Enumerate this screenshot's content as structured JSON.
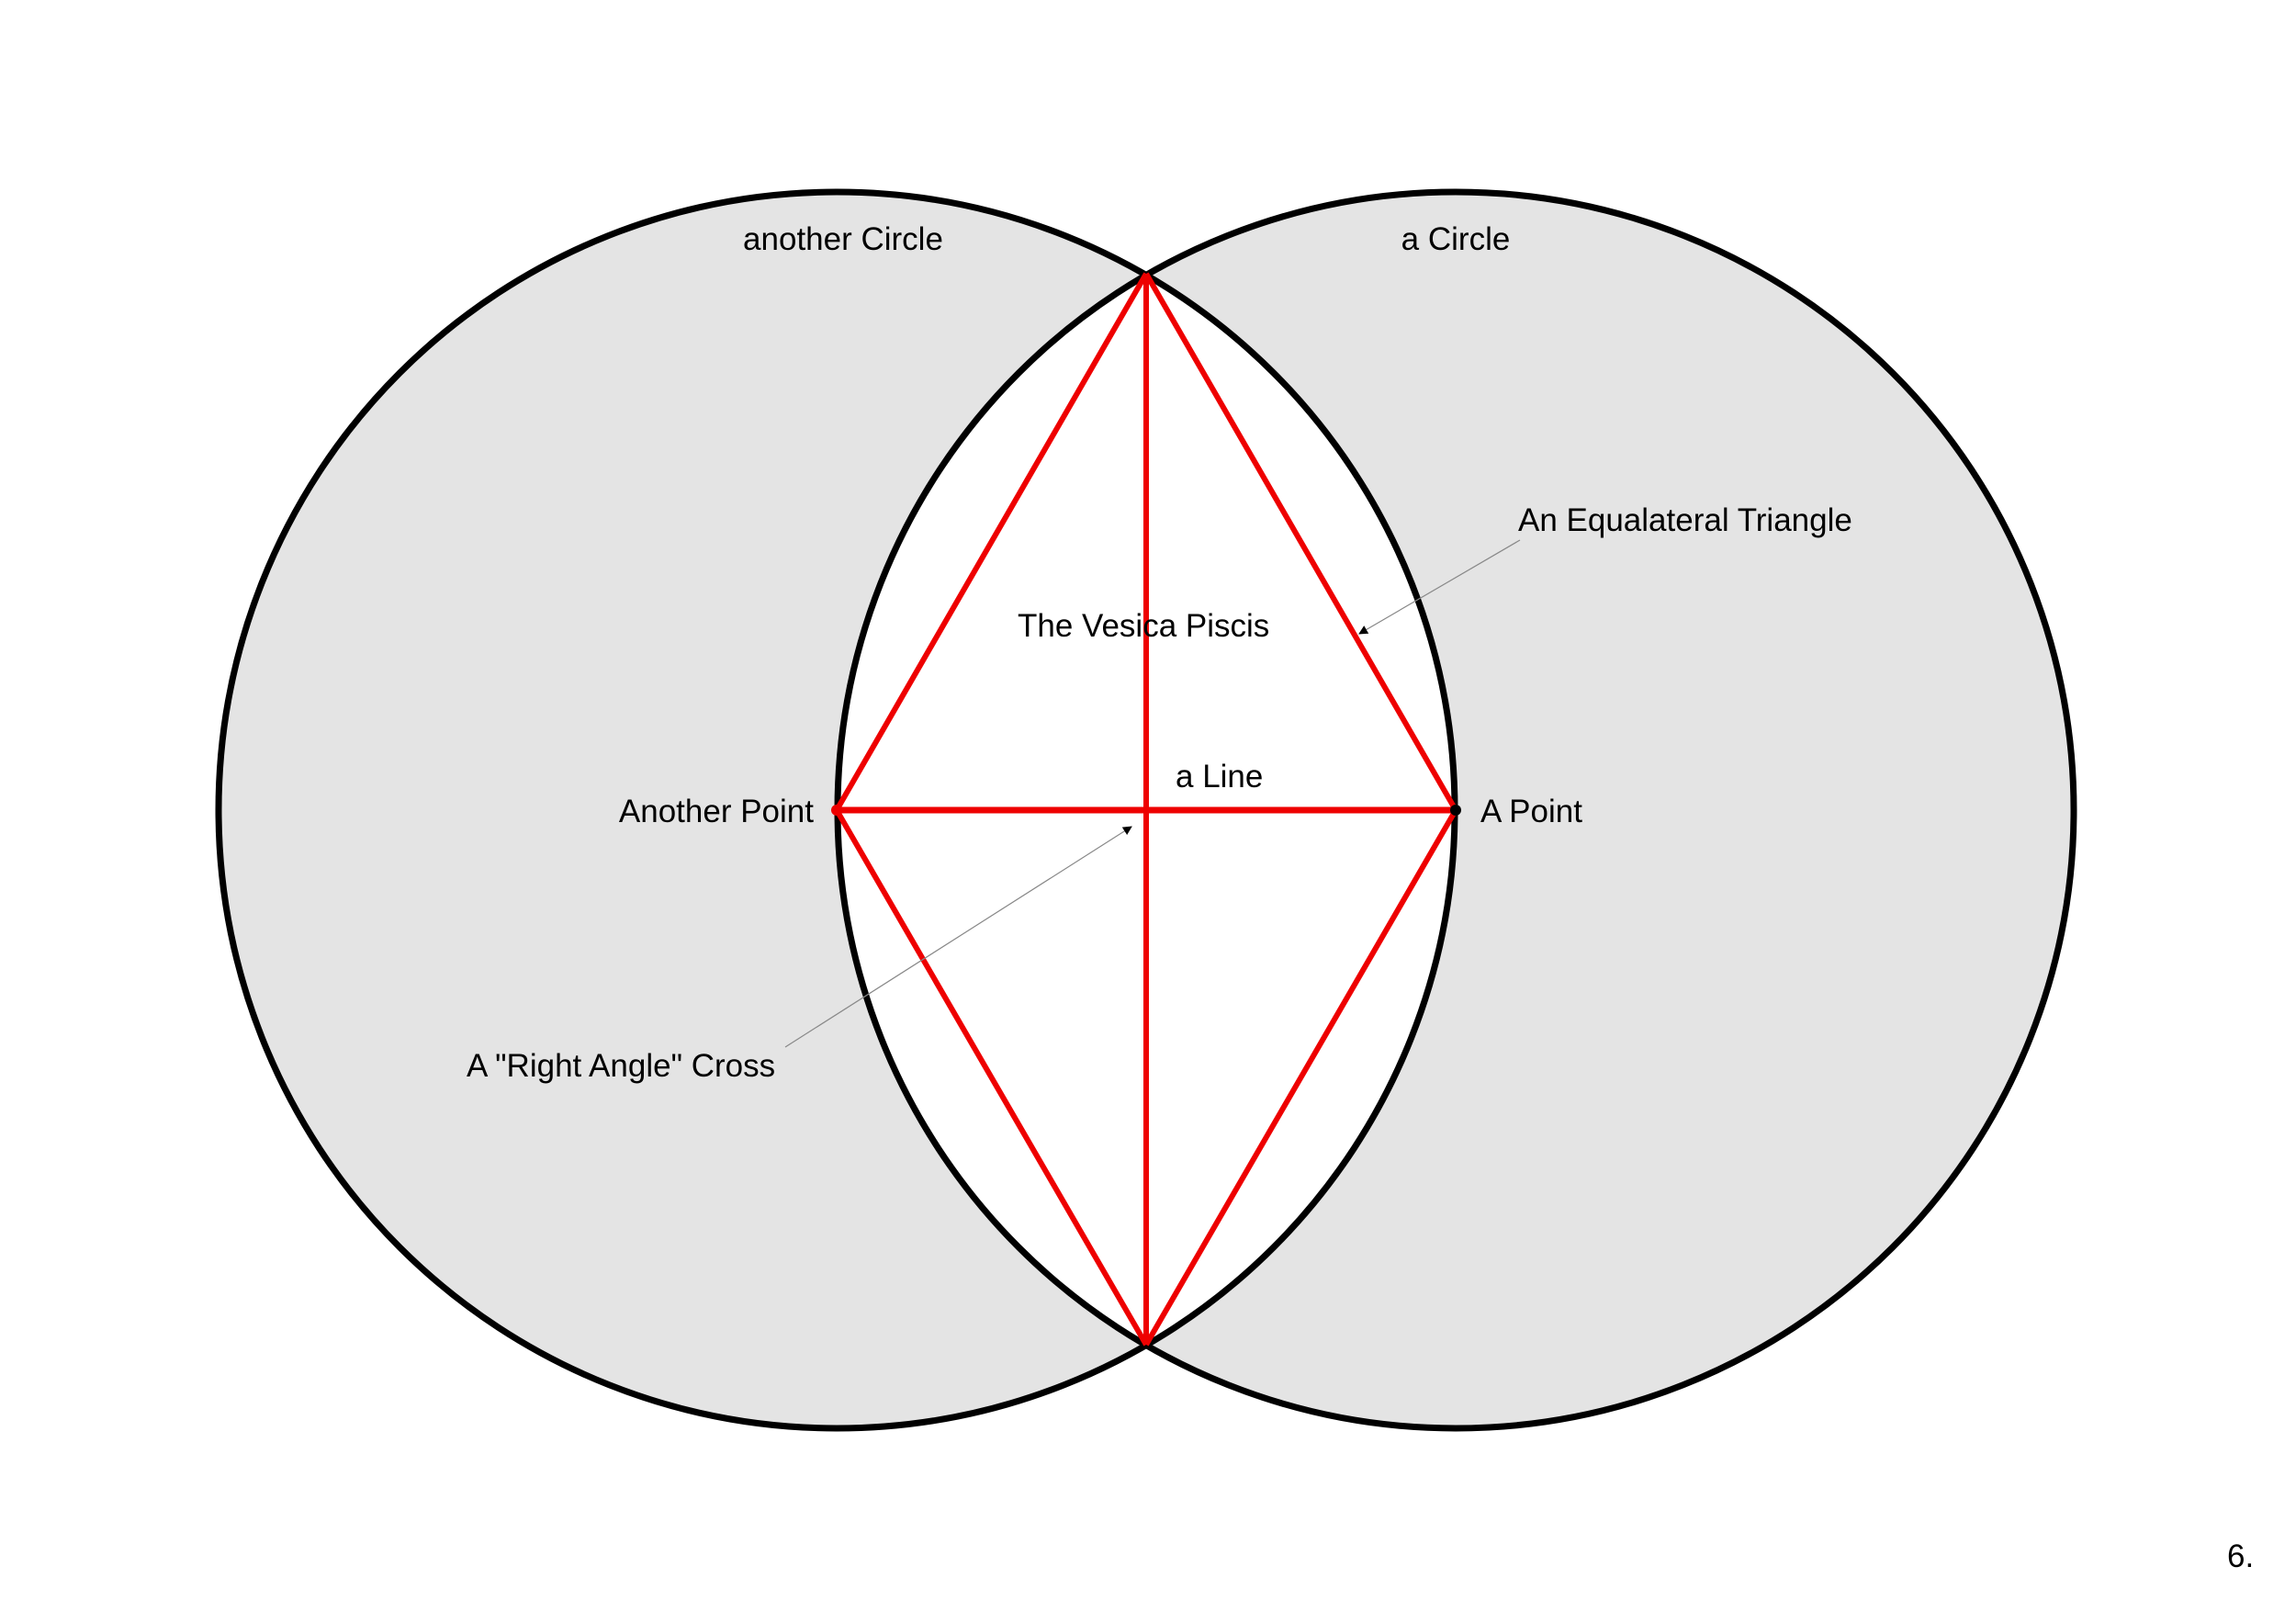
{
  "diagram": {
    "labels": {
      "another_circle": "another Circle",
      "a_circle": "a Circle",
      "equilateral_triangle": "An Equalateral Triangle",
      "vesica_piscis": "The Vesica Piscis",
      "a_line": "a Line",
      "another_point": "Another Point",
      "a_point": "A Point",
      "right_angle_cross": "A \"Right Angle\" Cross"
    },
    "page_number": "6.",
    "colors": {
      "circle_fill": "#e4e4e4",
      "circle_stroke": "#000000",
      "construction_lines": "#ee0000",
      "background": "#ffffff"
    }
  }
}
